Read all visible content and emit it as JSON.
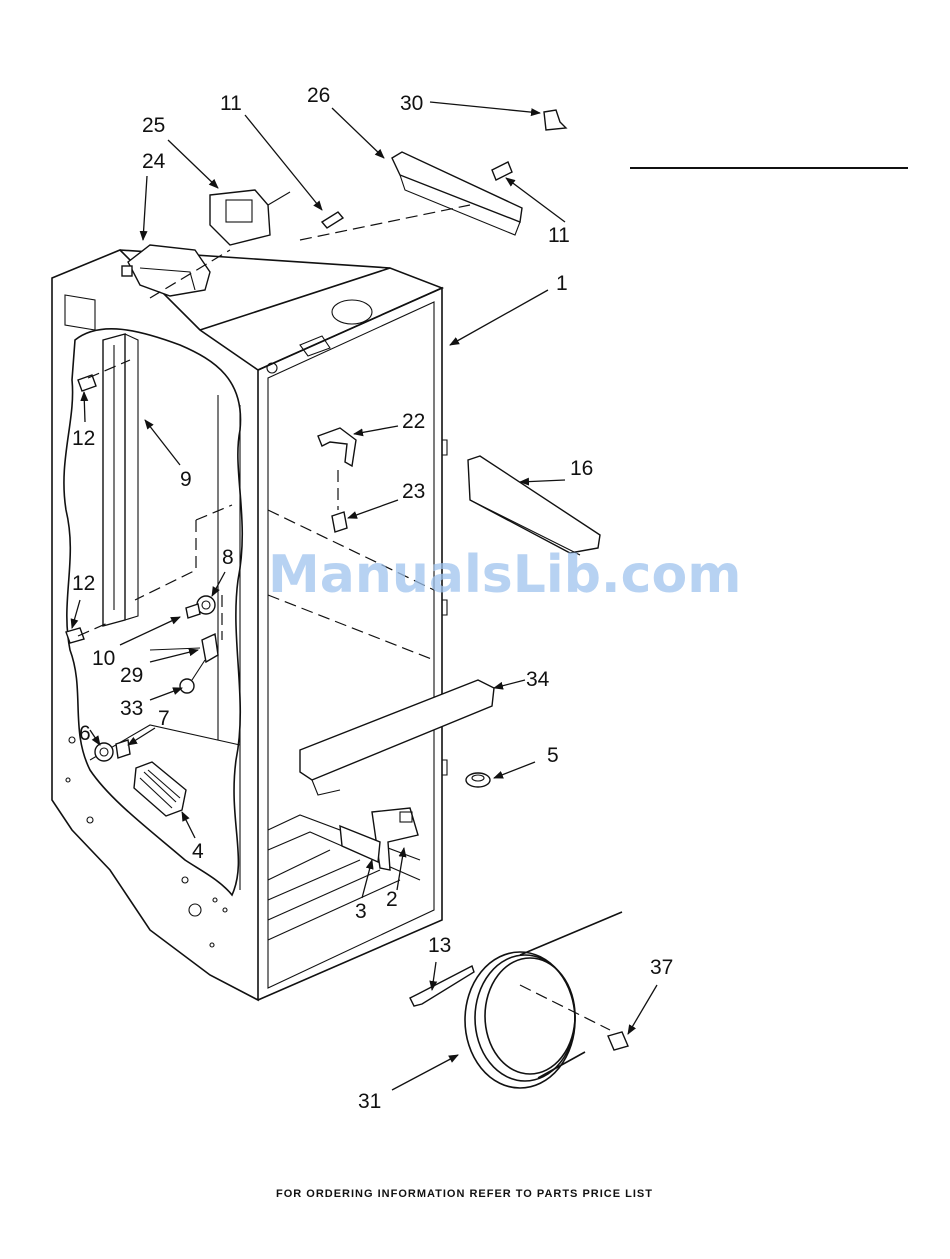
{
  "callouts": {
    "c1": "1",
    "c2": "2",
    "c3": "3",
    "c4": "4",
    "c5": "5",
    "c6": "6",
    "c7": "7",
    "c8": "8",
    "c9": "9",
    "c10": "10",
    "c11a": "11",
    "c11b": "11",
    "c12a": "12",
    "c12b": "12",
    "c13": "13",
    "c16": "16",
    "c22": "22",
    "c23": "23",
    "c24": "24",
    "c25": "25",
    "c26": "26",
    "c29": "29",
    "c30": "30",
    "c31": "31",
    "c33": "33",
    "c34": "34",
    "c37": "37"
  },
  "footer": "FOR ORDERING INFORMATION REFER TO PARTS PRICE LIST",
  "watermark": {
    "text": "ManualsLib.com",
    "color": "#9fc3ee"
  }
}
